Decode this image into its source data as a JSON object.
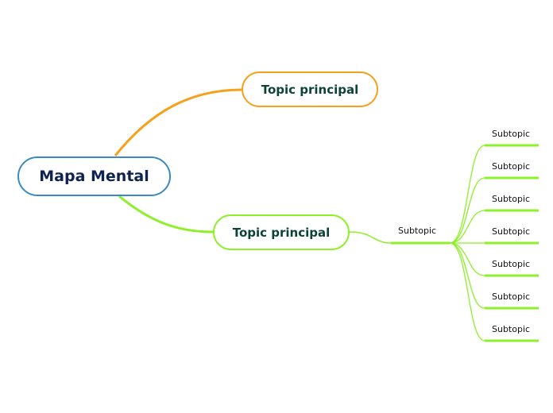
{
  "colors": {
    "central_border": "#3a8ac4",
    "central_text": "#0f2350",
    "branch1": "#f5a11c",
    "branch2": "#8ef02a",
    "topic_text": "#0d4237"
  },
  "central": {
    "label": "Mapa Mental"
  },
  "main_topics": [
    {
      "label": "Topic principal",
      "color": "orange"
    },
    {
      "label": "Topic principal",
      "color": "green",
      "subtopic": {
        "label": "Subtopic"
      }
    }
  ],
  "subtopics": [
    {
      "label": "Subtopic"
    },
    {
      "label": "Subtopic"
    },
    {
      "label": "Subtopic"
    },
    {
      "label": "Subtopic"
    },
    {
      "label": "Subtopic"
    },
    {
      "label": "Subtopic"
    },
    {
      "label": "Subtopic"
    }
  ]
}
